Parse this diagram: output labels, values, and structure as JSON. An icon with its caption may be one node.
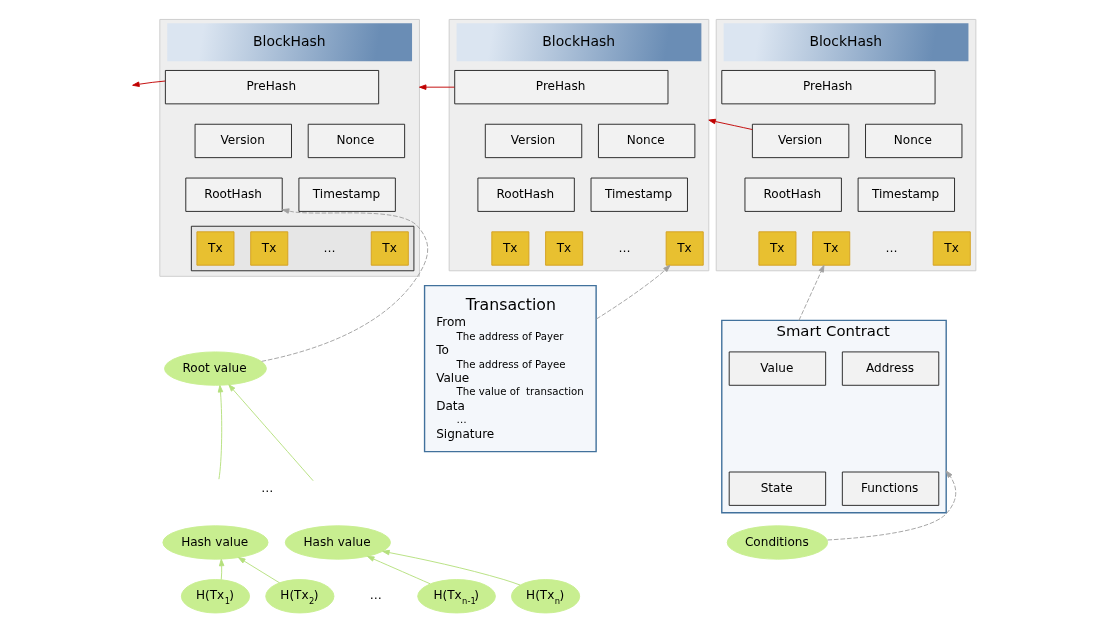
{
  "diagram": {
    "nodes": [
      {
        "text": [
          "BlockHash"
        ]
      },
      {
        "text": [
          "PreHash"
        ],
        "in": 0
      },
      {
        "text": [
          "Version"
        ],
        "in": 0
      },
      {
        "text": [
          "Nonce"
        ],
        "in": 0
      },
      {
        "text": [
          "RootHash"
        ],
        "in": 0
      },
      {
        "text": [
          "Timestamp"
        ],
        "in": 0
      },
      {
        "text": [],
        "shape": "box",
        "in": 0
      },
      {
        "text": [
          "Tx"
        ],
        "in": 6
      },
      {
        "text": [
          "Tx"
        ],
        "in": 6
      },
      {
        "text": [
          "Tx"
        ],
        "in": 6
      },
      {
        "text": [
          "BlockHash"
        ]
      },
      {
        "text": [
          "PreHash"
        ],
        "in": 10
      },
      {
        "text": [
          "Version"
        ],
        "in": 10
      },
      {
        "text": [
          "Nonce"
        ],
        "in": 10
      },
      {
        "text": [
          "RootHash"
        ],
        "in": 10
      },
      {
        "text": [
          "Timestamp"
        ],
        "in": 10
      },
      {
        "text": [
          "Tx"
        ],
        "in": 10
      },
      {
        "text": [
          "Tx"
        ],
        "in": 10
      },
      {
        "text": [
          "Tx"
        ],
        "in": 10
      },
      {
        "text": [
          "BlockHash"
        ]
      },
      {
        "text": [
          "PreHash"
        ],
        "in": 19
      },
      {
        "text": [
          "Version"
        ],
        "in": 19
      },
      {
        "text": [
          "Nonce"
        ],
        "in": 19
      },
      {
        "text": [
          "RootHash"
        ],
        "in": 19
      },
      {
        "text": [
          "Timestamp"
        ],
        "in": 19
      },
      {
        "text": [
          "Tx"
        ],
        "in": 19
      },
      {
        "text": [
          "Tx"
        ],
        "in": 19
      },
      {
        "text": [
          "Tx"
        ],
        "in": 19
      },
      {
        "text": [
          "Root value"
        ]
      },
      {
        "text": [
          "Hash value"
        ]
      },
      {
        "text": [
          "Hash value"
        ]
      },
      {
        "text": [
          "H(Tx$_{1}$)"
        ]
      },
      {
        "text": [
          "H(Tx$_{2}$)"
        ]
      },
      {
        "text": [
          "H(Tx$_{n-1}$)"
        ]
      },
      {
        "text": [
          "H(Tx$_{n}$)"
        ]
      },
      {
        "text": [
          "Transaction",
          "From",
          "The address of Payer",
          "To",
          "The address of Payee",
          "Value",
          "The value of  transaction",
          "Data",
          "…",
          "Signature"
        ]
      },
      {
        "text": [
          "Smart Contract"
        ]
      },
      {
        "text": [
          "Value"
        ],
        "in": 36
      },
      {
        "text": [
          "Address"
        ],
        "in": 36
      },
      {
        "text": [
          "State"
        ],
        "in": 36
      },
      {
        "text": [
          "Functions"
        ],
        "in": 36
      },
      {
        "text": [
          "Conditions"
        ]
      }
    ],
    "edges": [
      {
        "from": 1,
        "to": null,
        "arrow": "to",
        "color": "#c00000"
      },
      {
        "from": 11,
        "to": 0,
        "arrow": "to",
        "color": "#c00000"
      },
      {
        "from": 21,
        "to": 10,
        "arrow": "to",
        "color": "#c00000"
      },
      {
        "from": 28,
        "to": 4,
        "arrow": "to",
        "style": "dashed",
        "color": "#a0a0a0"
      },
      {
        "from": null,
        "to": 28,
        "arrow": "to"
      },
      {
        "from": null,
        "to": 28,
        "arrow": "to"
      },
      {
        "from": 31,
        "to": 29,
        "arrow": "to"
      },
      {
        "from": 32,
        "to": 29,
        "arrow": "to"
      },
      {
        "from": 33,
        "to": 30,
        "arrow": "to"
      },
      {
        "from": 34,
        "to": 30,
        "arrow": "to"
      },
      {
        "from": 35,
        "to": 18,
        "arrow": "to",
        "style": "dashed",
        "color": "#a0a0a0"
      },
      {
        "from": 36,
        "to": 26,
        "arrow": "to",
        "style": "dashed",
        "color": "#a0a0a0"
      },
      {
        "from": 41,
        "to": 36,
        "arrow": "to",
        "style": "dashed",
        "color": "#a0a0a0"
      }
    ],
    "labels": [
      "…",
      "…",
      "…",
      "…",
      "…"
    ]
  }
}
